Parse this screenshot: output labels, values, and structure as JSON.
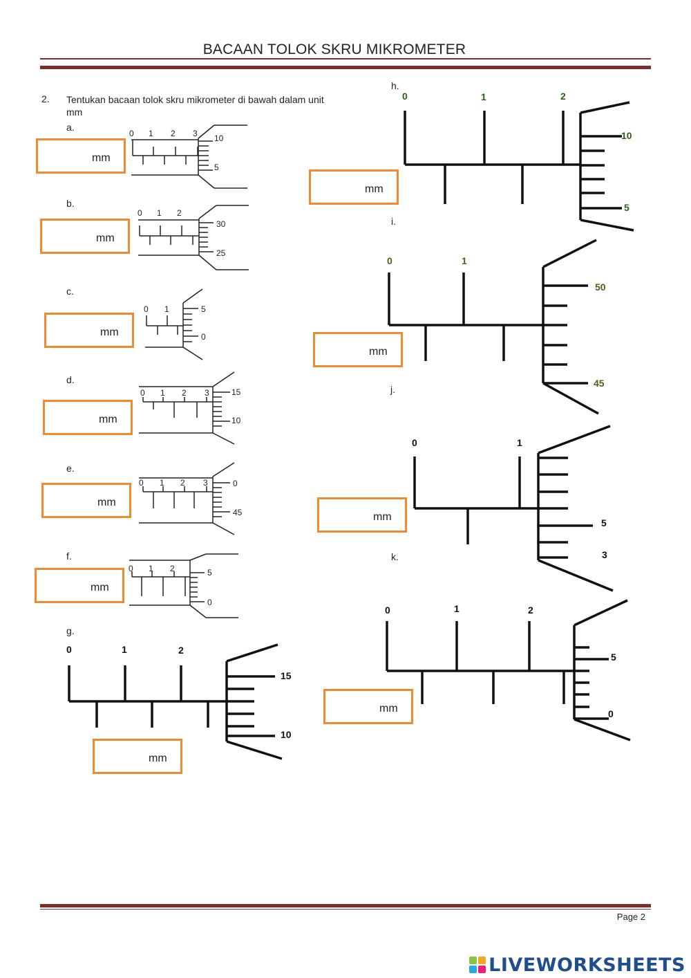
{
  "header": {
    "title": "BACAAN TOLOK SKRU MIKROMETER"
  },
  "question": {
    "number": "2.",
    "text": "Tentukan bacaan tolok skru mikrometer di bawah dalam unit mm"
  },
  "answer_unit": "mm",
  "items": {
    "a": {
      "label": "a.",
      "sleeve": [
        "0",
        "1",
        "2",
        "3"
      ],
      "thimble": [
        "10",
        "5"
      ]
    },
    "b": {
      "label": "b.",
      "sleeve": [
        "0",
        "1",
        "2"
      ],
      "thimble": [
        "30",
        "25"
      ]
    },
    "c": {
      "label": "c.",
      "sleeve": [
        "0",
        "1"
      ],
      "thimble": [
        "5",
        "0"
      ]
    },
    "d": {
      "label": "d.",
      "sleeve": [
        "0",
        "1",
        "2",
        "3"
      ],
      "thimble": [
        "15",
        "10"
      ]
    },
    "e": {
      "label": "e.",
      "sleeve": [
        "0",
        "1",
        "2",
        "3"
      ],
      "thimble": [
        "0",
        "45"
      ]
    },
    "f": {
      "label": "f.",
      "sleeve": [
        "0",
        "1",
        "2"
      ],
      "thimble": [
        "5",
        "0"
      ]
    },
    "g": {
      "label": "g.",
      "sleeve": [
        "0",
        "1",
        "2"
      ],
      "thimble": [
        "15",
        "10"
      ]
    },
    "h": {
      "label": "h.",
      "sleeve": [
        "0",
        "1",
        "2"
      ],
      "thimble": [
        "10",
        "5"
      ]
    },
    "i": {
      "label": "i.",
      "sleeve": [
        "0",
        "1"
      ],
      "thimble": [
        "50",
        "45"
      ]
    },
    "j": {
      "label": "j.",
      "sleeve": [
        "0",
        "1"
      ],
      "thimble": [
        "5",
        "3"
      ]
    },
    "k": {
      "label": "k.",
      "sleeve": [
        "0",
        "1",
        "2"
      ],
      "thimble": [
        "5",
        "0"
      ]
    }
  },
  "colors": {
    "accent_box": "#f08a2e",
    "rule": "#7a2f2a",
    "label_green": "#2e5e1e",
    "label_olive": "#5a5a1a"
  },
  "footer": {
    "page": "Page 2",
    "brand": "LIVEWORKSHEETS",
    "brand_icon": "liveworksheets-logo-icon"
  }
}
